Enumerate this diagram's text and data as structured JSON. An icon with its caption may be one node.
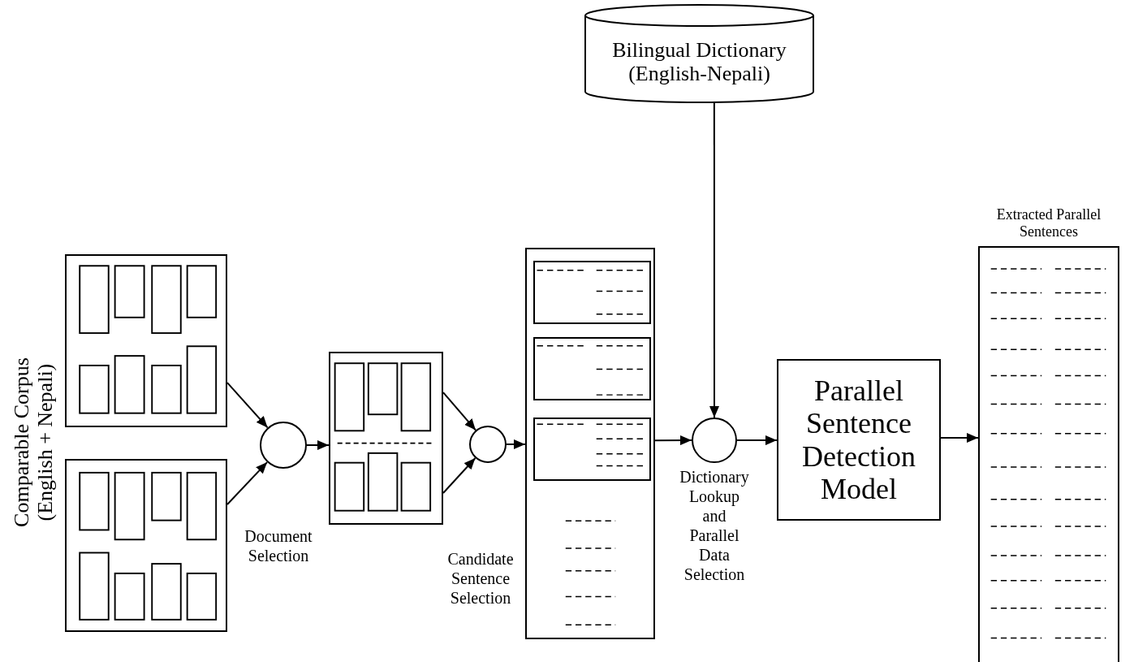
{
  "diagram": {
    "nodes": [
      {
        "text": [
          "Bilingual Dictionary (English-Nepali)"
        ]
      },
      {
        "text": [],
        "shape": "box"
      },
      {
        "text": [],
        "shape": "box"
      },
      {
        "text": [],
        "shape": "circle"
      },
      {
        "text": [],
        "shape": "box"
      },
      {
        "text": [],
        "shape": "circle"
      },
      {
        "text": [],
        "shape": "box"
      },
      {
        "text": [],
        "shape": "box",
        "in": 6
      },
      {
        "text": [],
        "shape": "box",
        "in": 6
      },
      {
        "text": [],
        "shape": "box",
        "in": 6
      },
      {
        "text": [],
        "shape": "circle",
        "beside": [
          "Dictionary Lookup and Parallel Data Selection"
        ]
      },
      {
        "text": [
          "Parallel Sentence Detection Model"
        ]
      },
      {
        "text": [
          "Extracted Parallel Sentences"
        ]
      }
    ],
    "edges": [
      {
        "from": 1,
        "to": 3,
        "arrow": "to"
      },
      {
        "from": 2,
        "to": 3,
        "arrow": "to"
      },
      {
        "from": 3,
        "to": 4,
        "arrow": "to"
      },
      {
        "from": 4,
        "to": 5,
        "arrow": "to"
      },
      {
        "from": 4,
        "to": 5,
        "arrow": "to"
      },
      {
        "from": 5,
        "to": 6,
        "arrow": "to"
      },
      {
        "from": 6,
        "to": 10,
        "arrow": "to"
      },
      {
        "from": 0,
        "to": 10,
        "arrow": "to"
      },
      {
        "from": 10,
        "to": 11,
        "arrow": "to"
      },
      {
        "from": 11,
        "to": 12,
        "arrow": "to"
      }
    ],
    "labels": [
      "Comparable Corpus (English + Nepali)",
      "Document Selection",
      "Candidate Sentence Selection"
    ]
  }
}
